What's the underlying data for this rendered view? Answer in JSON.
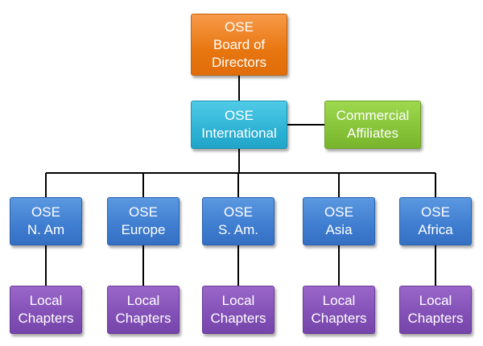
{
  "board": {
    "line1": "OSE",
    "line2": "Board of",
    "line3": "Directors"
  },
  "international": {
    "line1": "OSE",
    "line2": "International"
  },
  "affiliates": {
    "line1": "Commercial",
    "line2": "Affiliates"
  },
  "regions": [
    {
      "line1": "OSE",
      "line2": "N. Am"
    },
    {
      "line1": "OSE",
      "line2": "Europe"
    },
    {
      "line1": "OSE",
      "line2": "S. Am."
    },
    {
      "line1": "OSE",
      "line2": "Asia"
    },
    {
      "line1": "OSE",
      "line2": "Africa"
    }
  ],
  "chapters": [
    {
      "line1": "Local",
      "line2": "Chapters"
    },
    {
      "line1": "Local",
      "line2": "Chapters"
    },
    {
      "line1": "Local",
      "line2": "Chapters"
    },
    {
      "line1": "Local",
      "line2": "Chapters"
    },
    {
      "line1": "Local",
      "line2": "Chapters"
    }
  ],
  "colors": {
    "board": "#e8760f",
    "international": "#2fb3d5",
    "affiliates": "#86c338",
    "region": "#3f7dd0",
    "chapter": "#8250b6",
    "connector": "#000000"
  }
}
